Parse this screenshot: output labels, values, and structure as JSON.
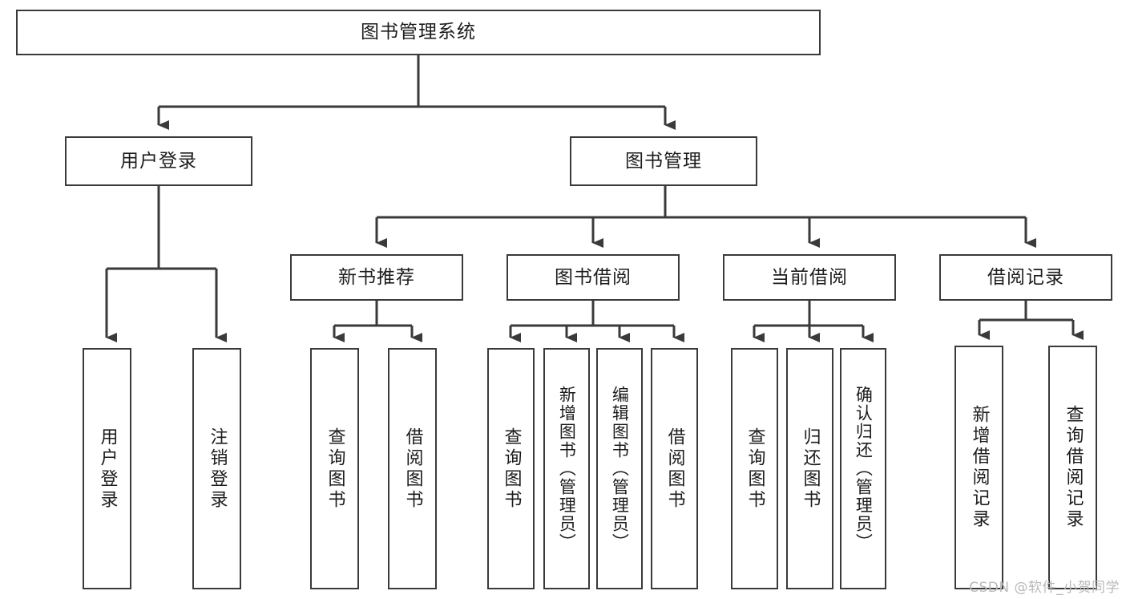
{
  "diagram": {
    "title": "图书管理系统",
    "root": {
      "id": "root",
      "label": "图书管理系统"
    },
    "level2": [
      {
        "id": "user-login",
        "label": "用户登录"
      },
      {
        "id": "book-manage",
        "label": "图书管理"
      }
    ],
    "level3": [
      {
        "id": "new-book-rec",
        "label": "新书推荐"
      },
      {
        "id": "book-borrow",
        "label": "图书借阅"
      },
      {
        "id": "current-borrow",
        "label": "当前借阅"
      },
      {
        "id": "borrow-record",
        "label": "借阅记录"
      }
    ],
    "leaves": [
      {
        "id": "leaf-user-login",
        "label": "用户登录",
        "parent": "user-login"
      },
      {
        "id": "leaf-user-logout",
        "label": "注销登录",
        "parent": "user-login"
      },
      {
        "id": "leaf-query-book-1",
        "label": "查询图书",
        "parent": "new-book-rec"
      },
      {
        "id": "leaf-borrow-book-1",
        "label": "借阅图书",
        "parent": "new-book-rec"
      },
      {
        "id": "leaf-query-book-2",
        "label": "查询图书",
        "parent": "book-borrow"
      },
      {
        "id": "leaf-add-book",
        "label": "新增图书（管理员）",
        "parent": "book-borrow"
      },
      {
        "id": "leaf-edit-book",
        "label": "编辑图书（管理员）",
        "parent": "book-borrow"
      },
      {
        "id": "leaf-borrow-book-2",
        "label": "借阅图书",
        "parent": "book-borrow"
      },
      {
        "id": "leaf-query-book-3",
        "label": "查询图书",
        "parent": "current-borrow"
      },
      {
        "id": "leaf-return-book",
        "label": "归还图书",
        "parent": "current-borrow"
      },
      {
        "id": "leaf-confirm-return",
        "label": "确认归还（管理员）",
        "parent": "current-borrow"
      },
      {
        "id": "leaf-add-record",
        "label": "新增借阅记录",
        "parent": "borrow-record"
      },
      {
        "id": "leaf-query-record",
        "label": "查询借阅记录",
        "parent": "borrow-record"
      }
    ],
    "colors": {
      "stroke": "#3a3a3a",
      "fill": "#ffffff",
      "text": "#1c1c1c",
      "watermark": "#b9b9b9"
    }
  },
  "watermark": {
    "text": "CSDN @软件_小贺同学"
  }
}
